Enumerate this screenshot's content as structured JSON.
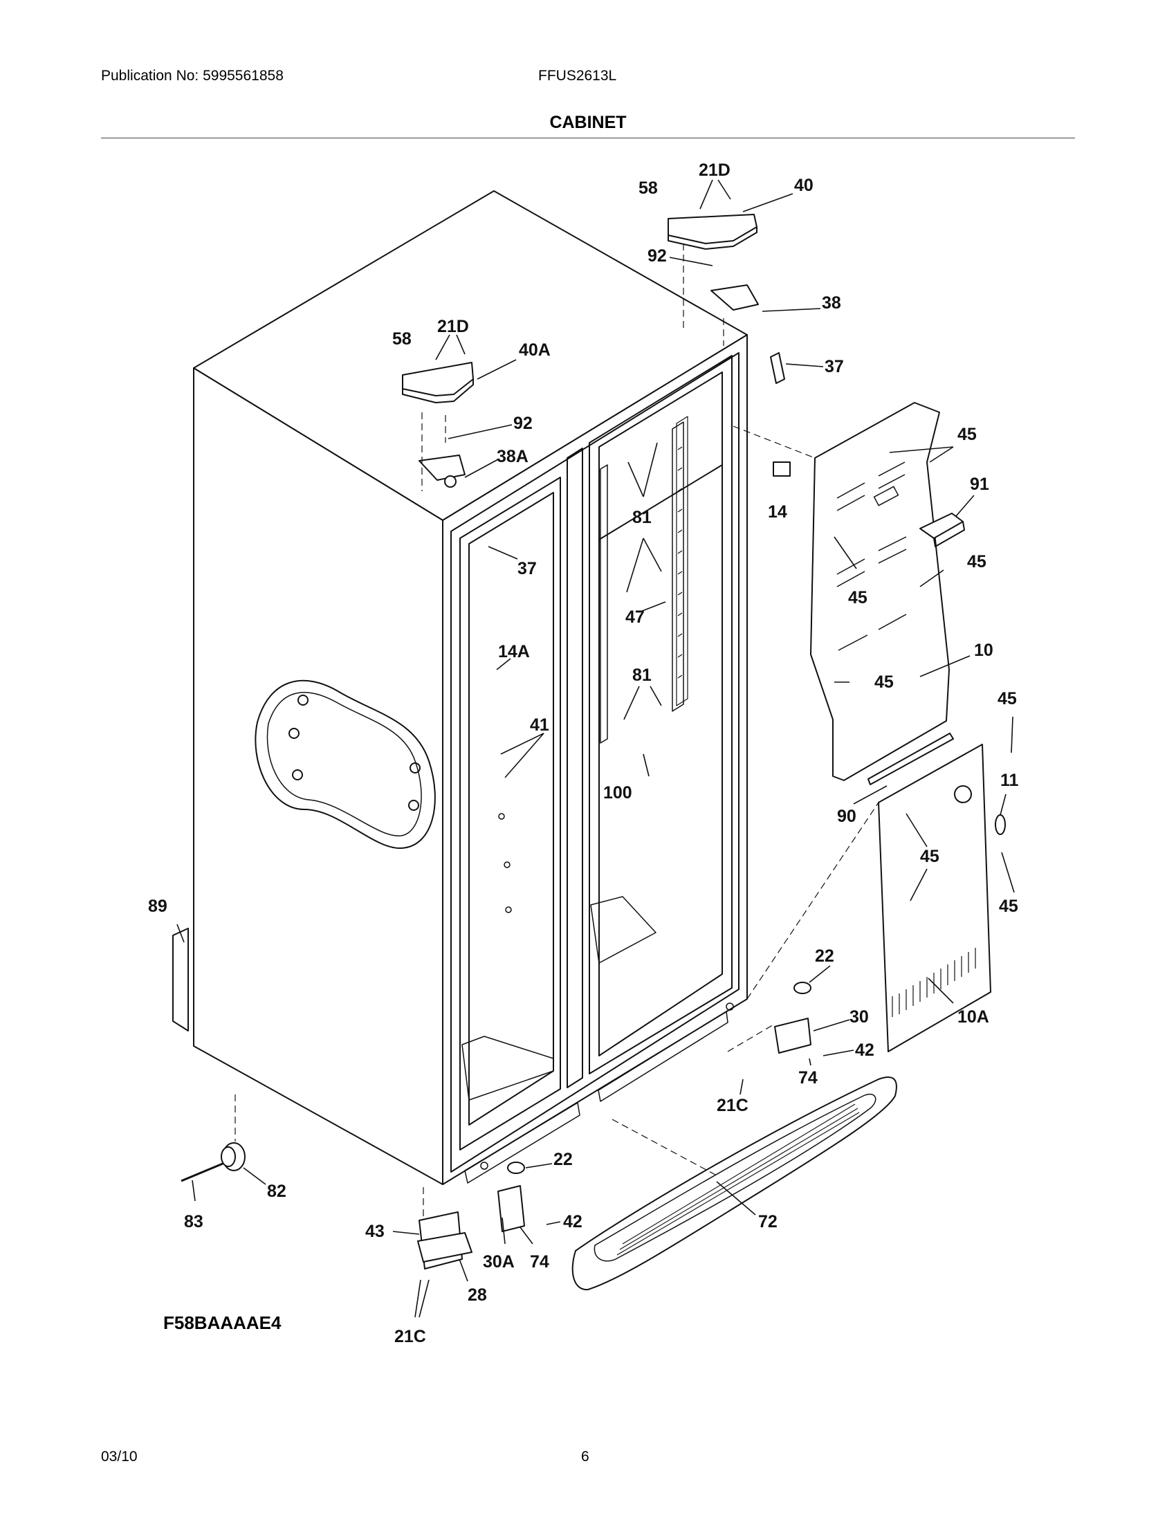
{
  "header": {
    "publication": "Publication No: 5995561858",
    "model": "FFUS2613L",
    "title": "CABINET"
  },
  "callouts": [
    {
      "id": "c-58a",
      "text": "58"
    },
    {
      "id": "c-21d-a",
      "text": "21D"
    },
    {
      "id": "c-40",
      "text": "40"
    },
    {
      "id": "c-92a",
      "text": "92"
    },
    {
      "id": "c-38",
      "text": "38"
    },
    {
      "id": "c-37a",
      "text": "37"
    },
    {
      "id": "c-58b",
      "text": "58"
    },
    {
      "id": "c-21d-b",
      "text": "21D"
    },
    {
      "id": "c-40a",
      "text": "40A"
    },
    {
      "id": "c-92b",
      "text": "92"
    },
    {
      "id": "c-38a",
      "text": "38A"
    },
    {
      "id": "c-37b",
      "text": "37"
    },
    {
      "id": "c-81a",
      "text": "81"
    },
    {
      "id": "c-47",
      "text": "47"
    },
    {
      "id": "c-81b",
      "text": "81"
    },
    {
      "id": "c-14",
      "text": "14"
    },
    {
      "id": "c-14a",
      "text": "14A"
    },
    {
      "id": "c-41",
      "text": "41"
    },
    {
      "id": "c-100",
      "text": "100"
    },
    {
      "id": "c-45a",
      "text": "45"
    },
    {
      "id": "c-91",
      "text": "91"
    },
    {
      "id": "c-45b",
      "text": "45"
    },
    {
      "id": "c-45c",
      "text": "45"
    },
    {
      "id": "c-45d",
      "text": "45"
    },
    {
      "id": "c-10",
      "text": "10"
    },
    {
      "id": "c-45e",
      "text": "45"
    },
    {
      "id": "c-90",
      "text": "90"
    },
    {
      "id": "c-11",
      "text": "11"
    },
    {
      "id": "c-45f",
      "text": "45"
    },
    {
      "id": "c-45g",
      "text": "45"
    },
    {
      "id": "c-10a",
      "text": "10A"
    },
    {
      "id": "c-89",
      "text": "89"
    },
    {
      "id": "c-22a",
      "text": "22"
    },
    {
      "id": "c-30",
      "text": "30"
    },
    {
      "id": "c-42a",
      "text": "42"
    },
    {
      "id": "c-74a",
      "text": "74"
    },
    {
      "id": "c-21c-a",
      "text": "21C"
    },
    {
      "id": "c-82",
      "text": "82"
    },
    {
      "id": "c-83",
      "text": "83"
    },
    {
      "id": "c-22b",
      "text": "22"
    },
    {
      "id": "c-42b",
      "text": "42"
    },
    {
      "id": "c-72",
      "text": "72"
    },
    {
      "id": "c-43",
      "text": "43"
    },
    {
      "id": "c-30a",
      "text": "30A"
    },
    {
      "id": "c-74b",
      "text": "74"
    },
    {
      "id": "c-28",
      "text": "28"
    },
    {
      "id": "c-21c-b",
      "text": "21C"
    }
  ],
  "figure_id": "F58BAAAAE4",
  "footer": {
    "date": "03/10",
    "page": "6"
  }
}
